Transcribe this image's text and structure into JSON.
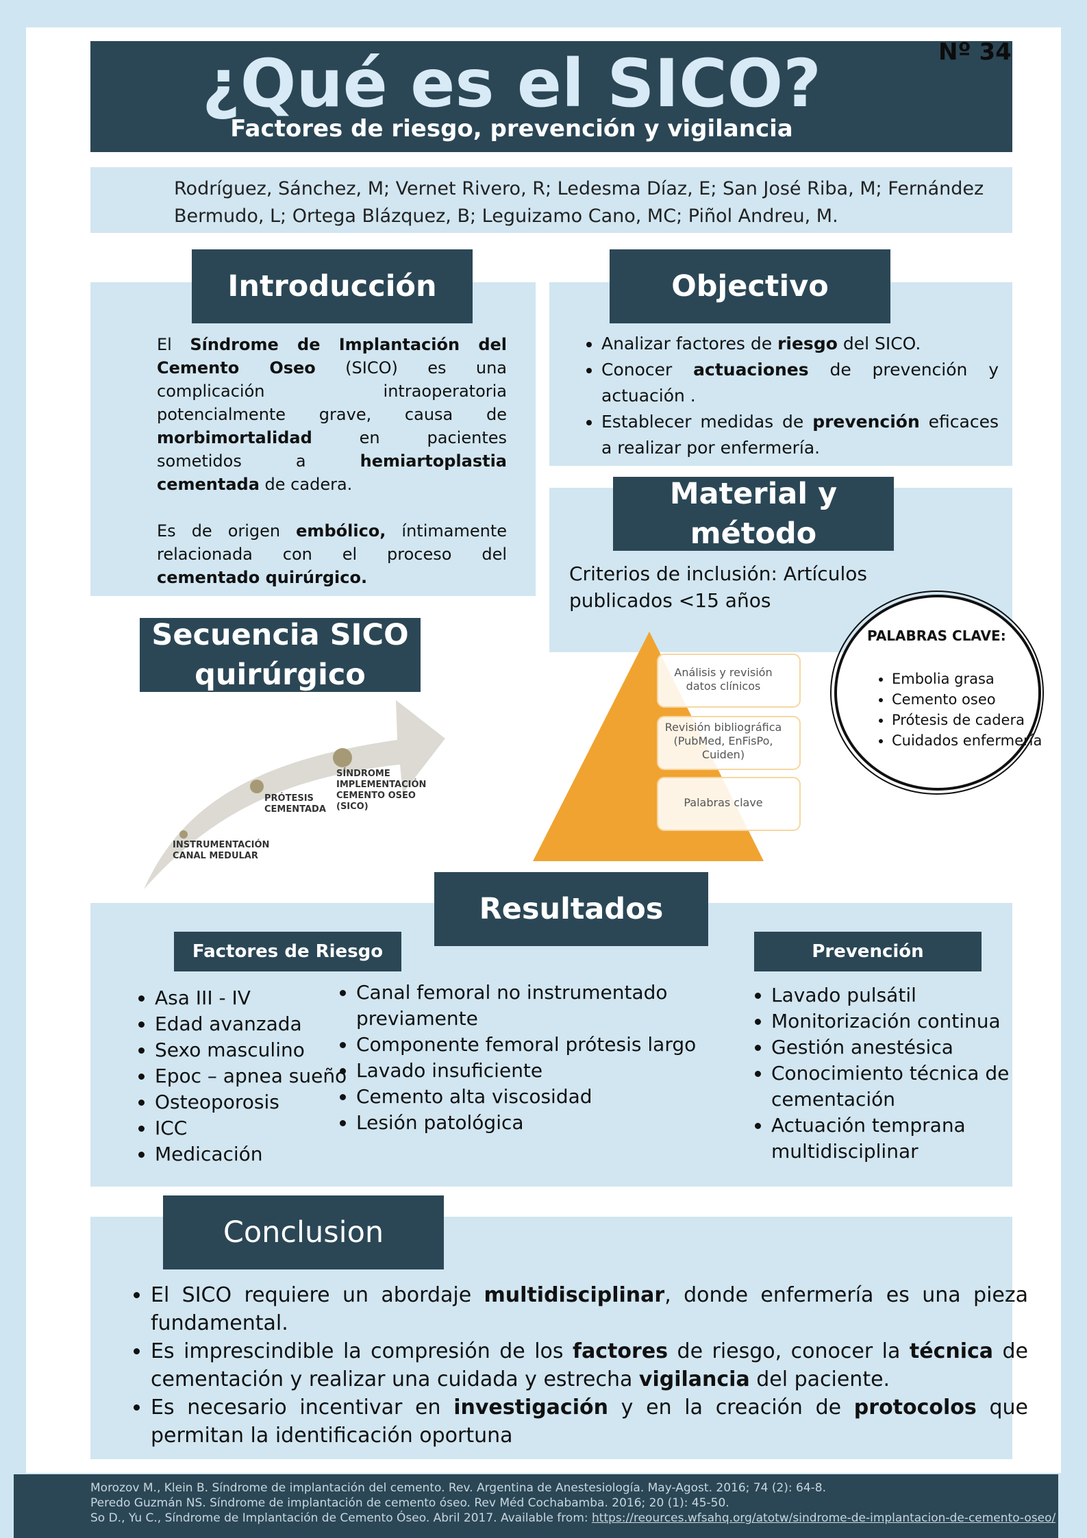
{
  "header": {
    "title": "¿Qué es el SICO?",
    "subtitle": "Factores de riesgo, prevención y vigilancia",
    "number": "Nº 34"
  },
  "authors": "Rodríguez, Sánchez, M; Vernet Rivero, R; Ledesma Díaz, E; San José Riba, M; Fernández Bermudo, L; Ortega Blázquez, B; Leguizamo Cano, MC; Piñol Andreu, M.",
  "intro": {
    "heading": "Introducción",
    "p1": [
      "El ",
      "Síndrome de Implantación del Cemento Oseo",
      " (SICO) es una complicación intraoperatoria potencialmente grave, causa de ",
      "morbimortalidad",
      " en pacientes sometidos a ",
      "hemiartoplastia cementada",
      " de cadera."
    ],
    "p2": [
      "Es de origen ",
      "embólico,",
      " íntimamente relacionada con el proceso del ",
      "cementado quirúrgico."
    ]
  },
  "objective": {
    "heading": "Objectivo",
    "items": [
      [
        "Analizar factores de ",
        "riesgo",
        " del SICO."
      ],
      [
        "Conocer ",
        "actuaciones",
        " de prevención y actuación ."
      ],
      [
        "Establecer medidas de ",
        "prevención",
        " eficaces a realizar por enfermería."
      ]
    ]
  },
  "method": {
    "heading": "Material y método",
    "criteria": "Criterios de inclusión: Artículos publicados <15 años",
    "pyramid_steps": [
      "Análisis y revisión datos clínicos",
      "Revisión bibliográfica (PubMed, EnFisPo, Cuiden)",
      "Palabras clave"
    ]
  },
  "keywords": {
    "title": "PALABRAS CLAVE:",
    "items": [
      "Embolia grasa",
      "Cemento oseo",
      "Prótesis de cadera",
      "Cuidados enfermería"
    ]
  },
  "sequence": {
    "heading": "Secuencia SICO quirúrgico",
    "steps": [
      "INSTRUMENTACIÓN CANAL MEDULAR",
      "PRÓTESIS CEMENTADA",
      "SÍNDROME IMPLEMENTACIÓN CEMENTO OSEO (SICO)"
    ]
  },
  "results": {
    "heading": "Resultados",
    "risk_heading": "Factores de Riesgo",
    "risk_col1": [
      "Asa III - IV",
      "Edad avanzada",
      "Sexo masculino",
      "Epoc – apnea sueño",
      "Osteoporosis",
      "ICC",
      "Medicación"
    ],
    "risk_col2": [
      "Canal femoral no instrumentado previamente",
      "Componente femoral prótesis largo",
      "Lavado insuficiente",
      "Cemento alta viscosidad",
      "Lesión patológica"
    ],
    "prevention_heading": "Prevención",
    "prevention_items": [
      "Lavado pulsátil",
      "Monitorización continua",
      "Gestión anestésica",
      "Conocimiento técnica de cementación",
      "Actuación temprana multidisciplinar"
    ]
  },
  "conclusion": {
    "heading": "Conclusion",
    "items": [
      [
        "El SICO requiere un abordaje ",
        "multidisciplinar",
        ", donde enfermería es una pieza fundamental."
      ],
      [
        "Es imprescindible la compresión de los ",
        "factores",
        " de riesgo, conocer la ",
        "técnica",
        " de cementación y realizar una cuidada y estrecha ",
        "vigilancia",
        " del paciente."
      ],
      [
        "Es necesario incentivar en ",
        "investigación",
        " y en la creación de ",
        "protocolos",
        " que permitan la identificación oportuna"
      ]
    ]
  },
  "references": [
    "Morozov M., Klein B. Síndrome de implantación del cemento. Rev. Argentina de Anestesiología. May-Agost. 2016; 74 (2): 64-8.",
    "Peredo Guzmán NS. Síndrome de implantación de cemento óseo. Rev Méd Cochabamba. 2016; 20 (1): 45-50.",
    "So D., Yu C., Síndrome de Implantación de Cemento Óseo. Abril 2017. Available from: "
  ],
  "reference_link": "https://reources.wfsahq.org/atotw/sindrome-de-implantacion-de-cemento-oseo/",
  "colors": {
    "dark": "#2b4756",
    "light": "#d1e6f1",
    "pyramid": "#f0a330"
  }
}
